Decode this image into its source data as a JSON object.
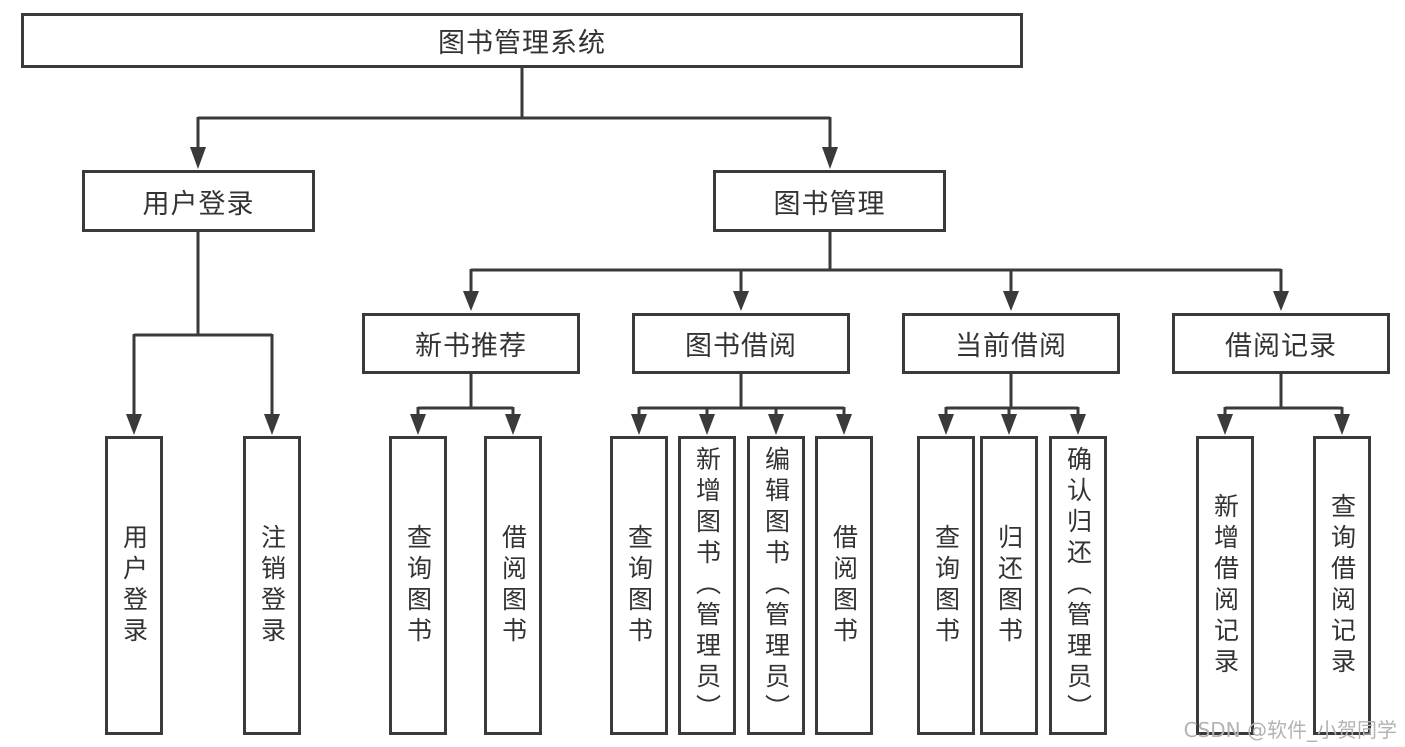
{
  "colors": {
    "line": "#3a3a3a",
    "text": "#333333",
    "background": "#ffffff",
    "watermark": "#b3b3b3"
  },
  "watermark": {
    "text": "CSDN @软件_小贺同学"
  },
  "tree": {
    "root": {
      "label": "图书管理系统"
    },
    "branches": [
      {
        "label": "用户登录",
        "leaves": [
          {
            "label": "用户登录"
          },
          {
            "label": "注销登录"
          }
        ]
      },
      {
        "label": "图书管理",
        "sections": [
          {
            "label": "新书推荐",
            "leaves": [
              {
                "label": "查询图书"
              },
              {
                "label": "借阅图书"
              }
            ]
          },
          {
            "label": "图书借阅",
            "leaves": [
              {
                "label": "查询图书"
              },
              {
                "label": "新增图书（管理员）"
              },
              {
                "label": "编辑图书（管理员）"
              },
              {
                "label": "借阅图书"
              }
            ]
          },
          {
            "label": "当前借阅",
            "leaves": [
              {
                "label": "查询图书"
              },
              {
                "label": "归还图书"
              },
              {
                "label": "确认归还（管理员）"
              }
            ]
          },
          {
            "label": "借阅记录",
            "leaves": [
              {
                "label": "新增借阅记录"
              },
              {
                "label": "查询借阅记录"
              }
            ]
          }
        ]
      }
    ]
  }
}
